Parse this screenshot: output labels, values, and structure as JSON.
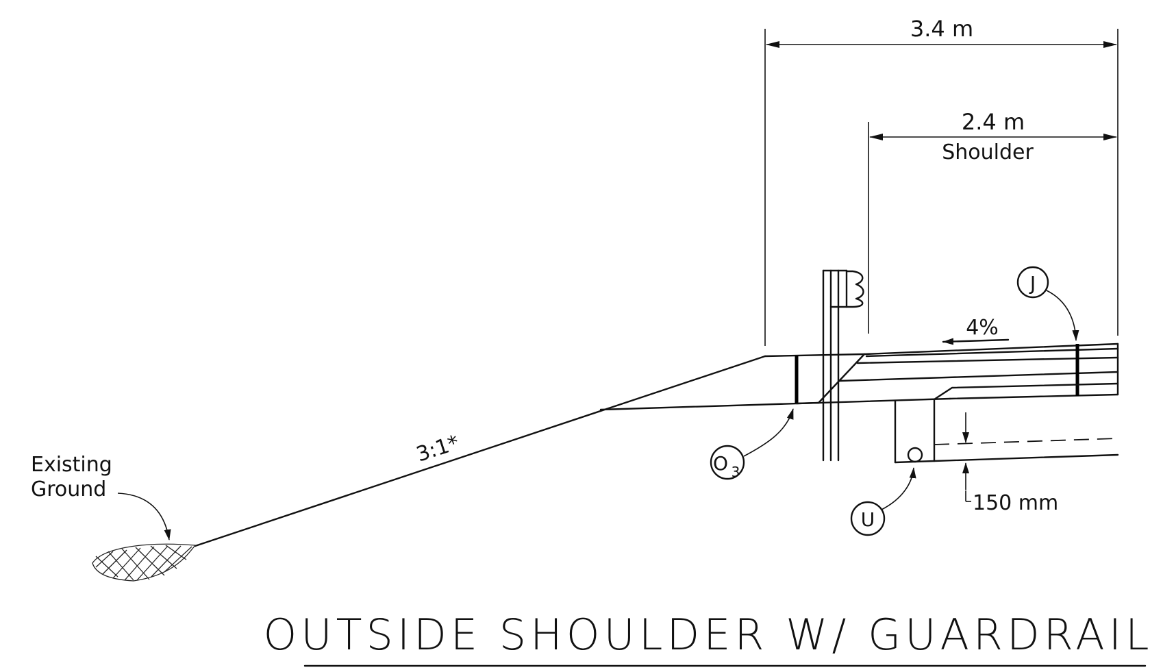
{
  "drawing": {
    "title": "OUTSIDE SHOULDER W/ GUARDRAIL",
    "dimensions": {
      "total_width": "3.4 m",
      "shoulder_width": "2.4 m",
      "shoulder_label": "Shoulder",
      "depth": "150 mm"
    },
    "slopes": {
      "side_slope": "3:1*",
      "shoulder_slope": "4%"
    },
    "callouts": {
      "existing_ground_line1": "Existing",
      "existing_ground_line2": "Ground",
      "J": "J",
      "U": "U",
      "O3_main": "O",
      "O3_sub": "3"
    }
  }
}
